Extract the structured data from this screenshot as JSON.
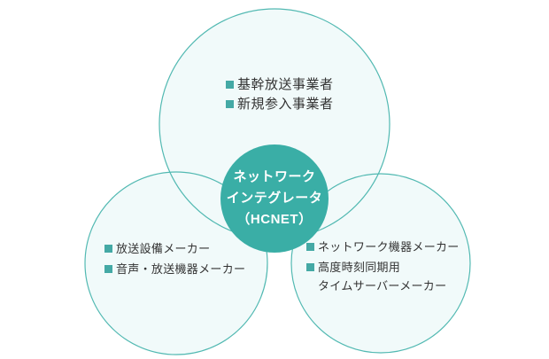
{
  "colors": {
    "background": "#ffffff",
    "circle_fill": "#f1fafa",
    "circle_stroke": "#52b9b2",
    "center_fill": "#3aaea6",
    "center_text": "#ffffff",
    "bullet": "#44a9a5",
    "text": "#333333"
  },
  "center_circle": {
    "lines": [
      "ネットワーク",
      "インテグレータ",
      "（HCNET）"
    ]
  },
  "top_circle": {
    "items": [
      "基幹放送事業者",
      "新規参入事業者"
    ]
  },
  "left_circle": {
    "items": [
      "放送設備メーカー",
      "音声・放送機器メーカー"
    ]
  },
  "right_circle": {
    "items": [
      {
        "lines": [
          "ネットワーク機器メーカー"
        ]
      },
      {
        "lines": [
          "高度時刻同期用",
          "タイムサーバーメーカー"
        ]
      }
    ]
  }
}
